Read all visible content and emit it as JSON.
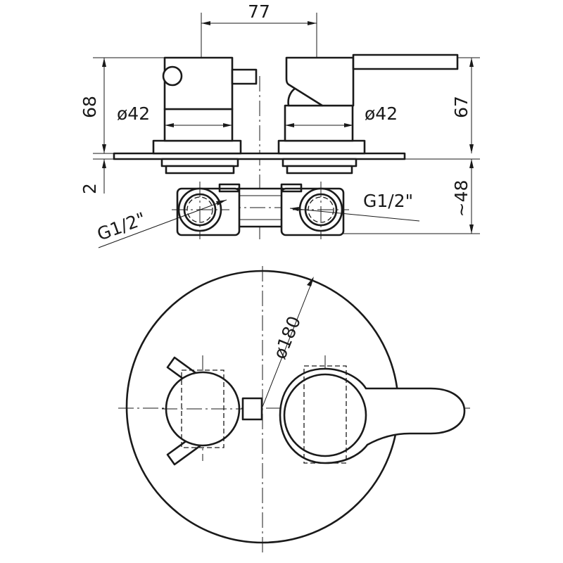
{
  "drawing": {
    "width_label": "77",
    "left_height_label": "68",
    "right_height_label": "67",
    "plate_thickness_label": "2",
    "depth_label": "~48",
    "left_body_diameter_label": "ø42",
    "right_body_diameter_label": "ø42",
    "left_thread_label": "G1/2\"",
    "right_thread_label": "G1/2\"",
    "plate_diameter_label": "ø180"
  }
}
